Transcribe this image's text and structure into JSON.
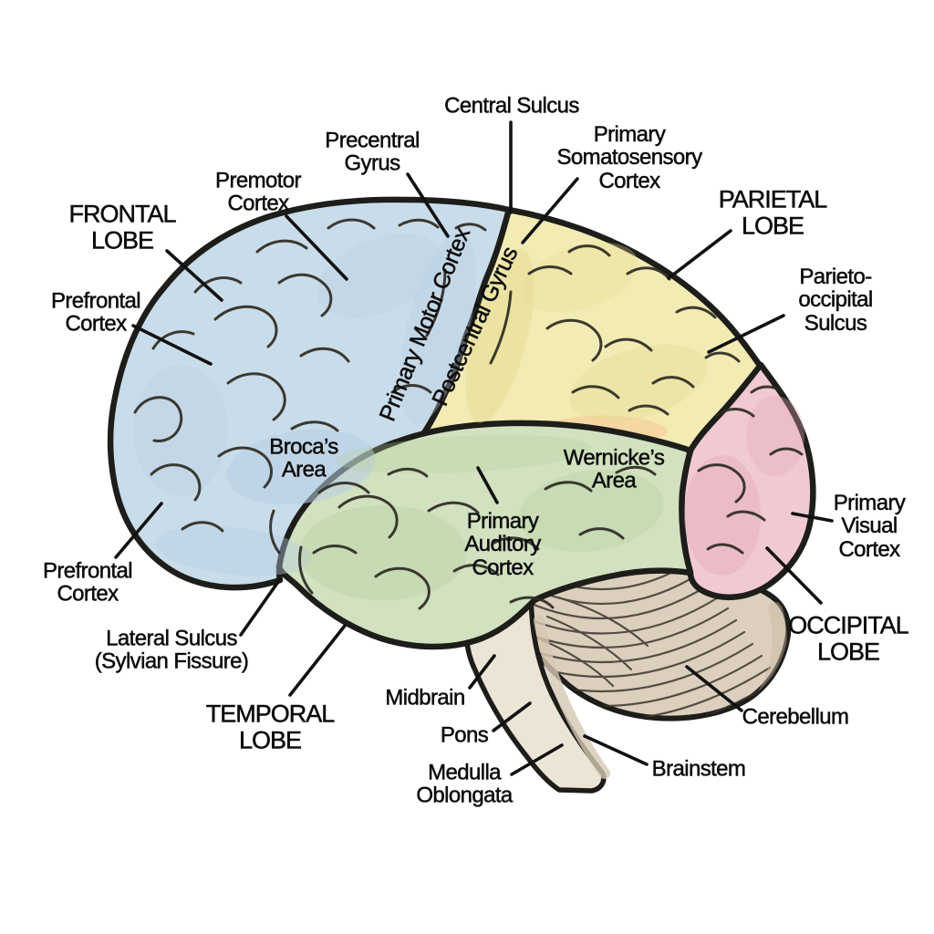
{
  "labels": {
    "frontal_lobe": {
      "text": "FRONTAL\nLOBE"
    },
    "prefrontal_cortex_upper": {
      "text": "Prefrontal\nCortex"
    },
    "prefrontal_cortex_lower": {
      "text": "Prefrontal\nCortex"
    },
    "premotor_cortex": {
      "text": "Premotor\nCortex"
    },
    "precentral_gyrus": {
      "text": "Precentral\nGyrus"
    },
    "central_sulcus": {
      "text": "Central Sulcus"
    },
    "primary_motor_cortex": {
      "text": "Primary Motor Cortex"
    },
    "postcentral_gyrus": {
      "text": "Postcentral Gyrus"
    },
    "primary_somatosensory_cortex": {
      "text": "Primary\nSomatosensory\nCortex"
    },
    "parietal_lobe": {
      "text": "PARIETAL LOBE"
    },
    "parieto_occipital_sulcus": {
      "text": "Parieto-occipital\nSulcus"
    },
    "primary_visual_cortex": {
      "text": "Primary\nVisual\nCortex"
    },
    "occipital_lobe": {
      "text": "OCCIPITAL\nLOBE"
    },
    "cerebellum": {
      "text": "Cerebellum"
    },
    "brainstem": {
      "text": "Brainstem"
    },
    "medulla_oblongata": {
      "text": "Medulla\nOblongata"
    },
    "pons": {
      "text": "Pons"
    },
    "midbrain": {
      "text": "Midbrain"
    },
    "temporal_lobe": {
      "text": "TEMPORAL\nLOBE"
    },
    "lateral_sulcus": {
      "text": "Lateral Sulcus\n(Sylvian Fissure)"
    },
    "brocas_area": {
      "text": "Broca’s\nArea"
    },
    "wernickes_area": {
      "text": "Wernicke’s\nArea"
    },
    "primary_auditory_cortex": {
      "text": "Primary\nAuditory\nCortex"
    }
  },
  "colors": {
    "frontal_lobe_fill": "#c9dcea",
    "parietal_lobe_fill": "#f2ecb4",
    "temporal_lobe_fill": "#d2e1c0",
    "occipital_lobe_fill": "#f1c9d1",
    "brainstem_fill": "#ece4d5",
    "cerebellum_fill": "#dccfbd",
    "junction_patch_fill": "#f6d6a2",
    "outline": "#1d1d1a",
    "sulci": "#2e2b22",
    "leader_line": "#111111",
    "label_text": "#0d0d0d",
    "background": "#ffffff"
  }
}
